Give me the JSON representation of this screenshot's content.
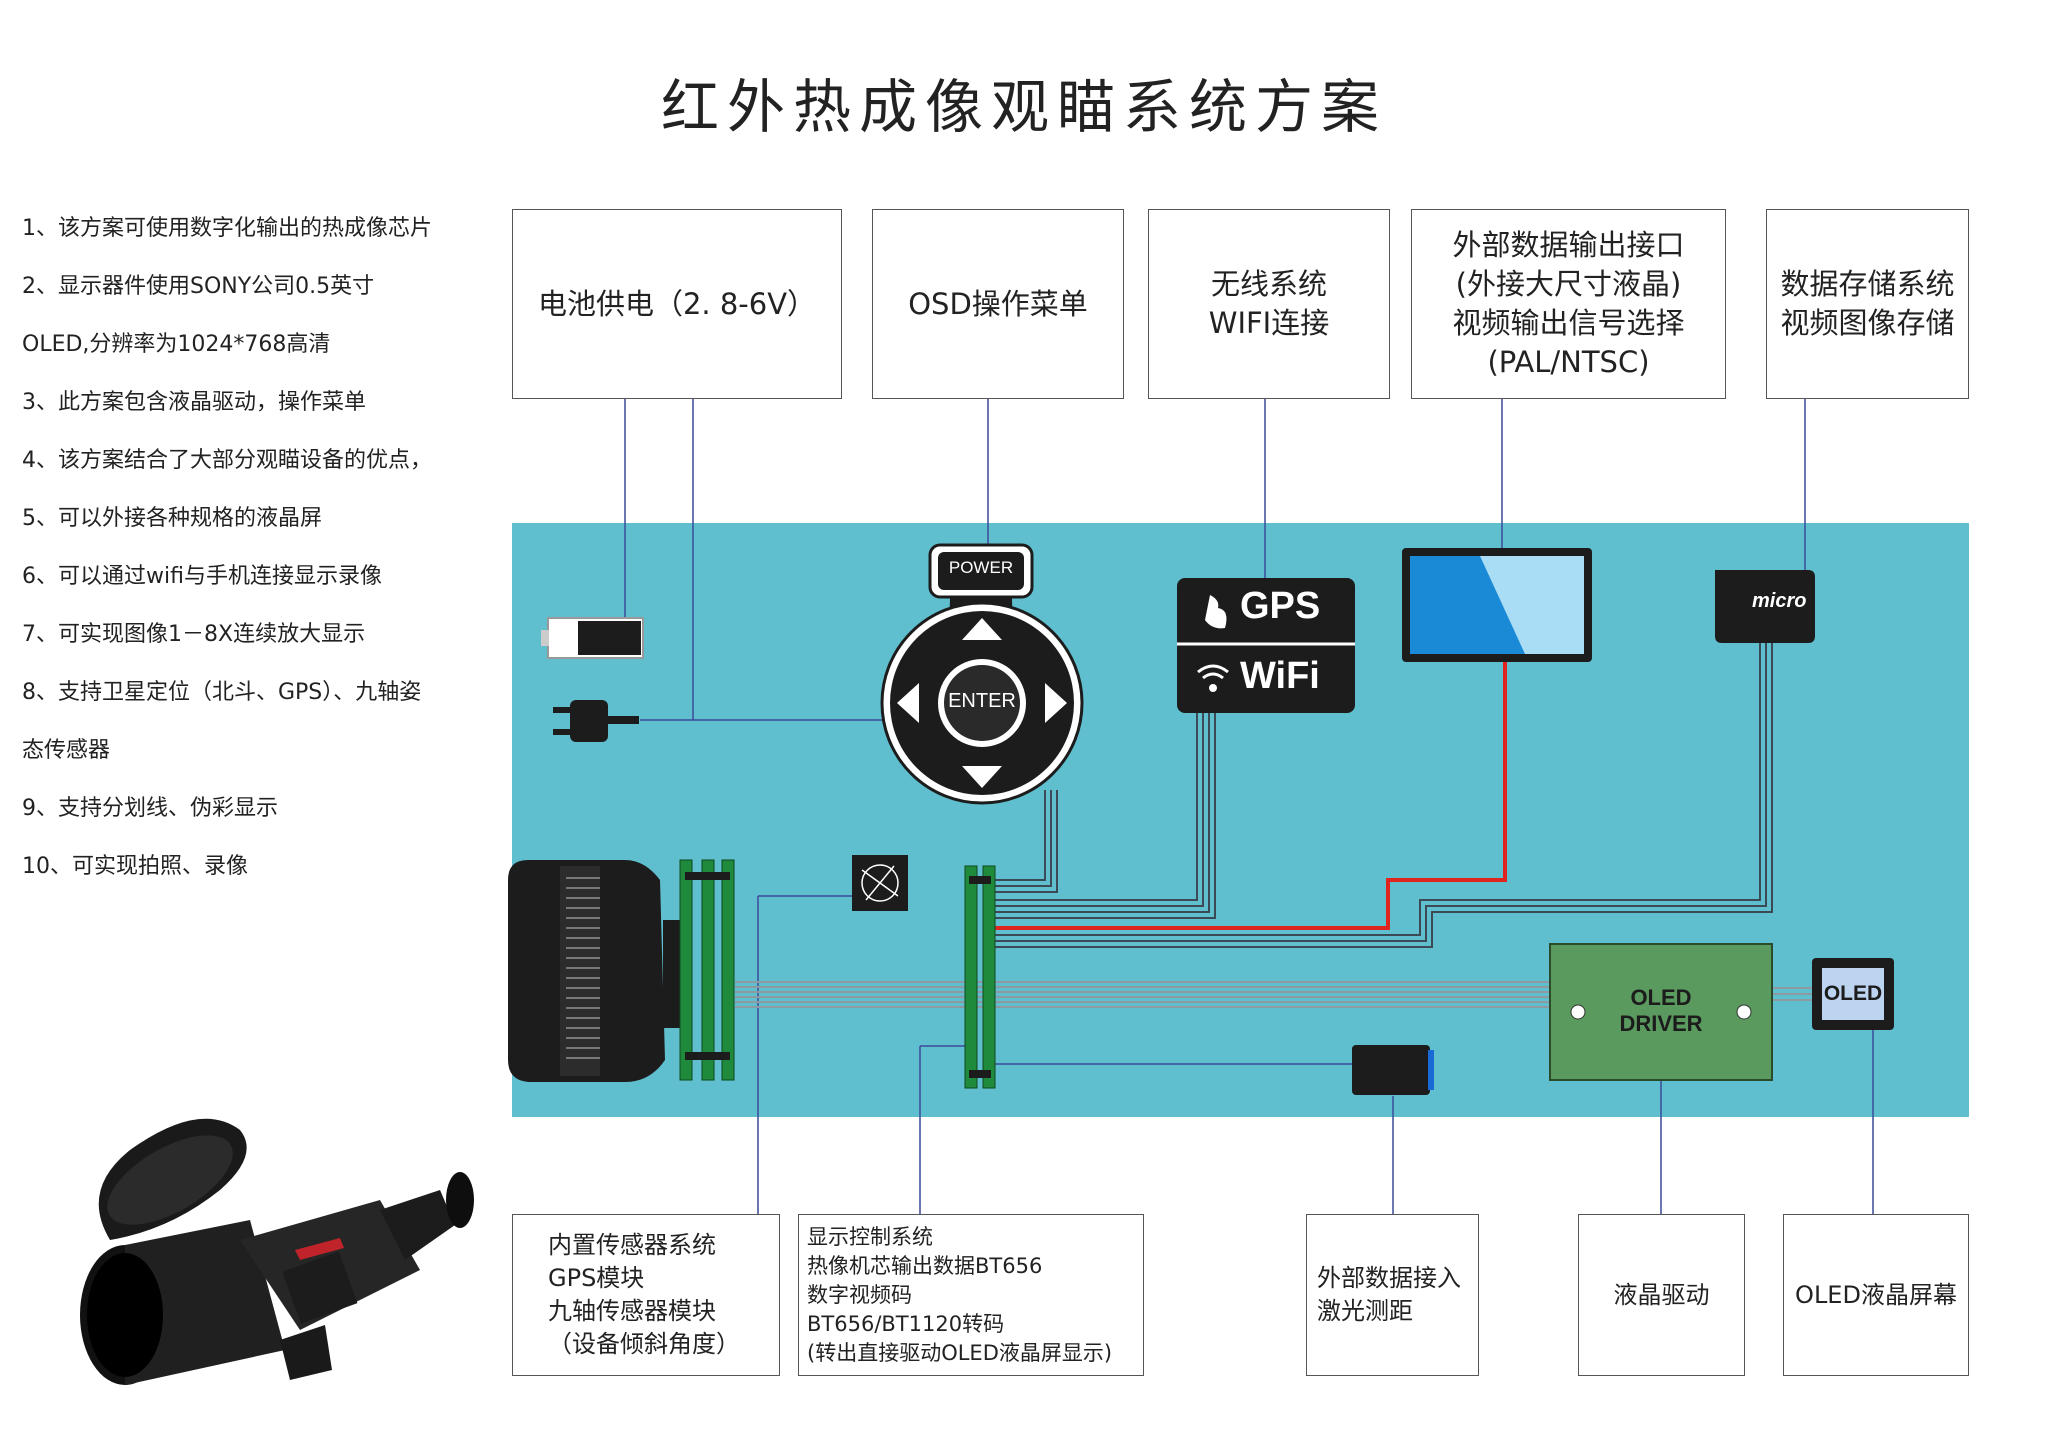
{
  "title": "红外热成像观瞄系统方案",
  "features": [
    "1、该方案可使用数字化输出的热成像芯片",
    "2、显示器件使用SONY公司0.5英寸",
    "OLED,分辨率为1024*768高清",
    "3、此方案包含液晶驱动，操作菜单",
    "4、该方案结合了大部分观瞄设备的优点，",
    "5、可以外接各种规格的液晶屏",
    "6、可以通过wifi与手机连接显示录像",
    "7、可实现图像1－8X连续放大显示",
    "8、支持卫星定位（北斗、GPS）、九轴姿",
    "态传感器",
    "9、支持分划线、伪彩显示",
    "10、可实现拍照、录像"
  ],
  "top_boxes": {
    "battery": "电池供电（2. 8-6V）",
    "osd": "OSD操作菜单",
    "wireless": [
      "无线系统",
      "WIFI连接"
    ],
    "external_output": [
      "外部数据输出接口",
      "(外接大尺寸液晶)",
      "视频输出信号选择",
      "(PAL/NTSC)"
    ],
    "storage": [
      "数据存储系统",
      "视频图像存储"
    ]
  },
  "bottom_boxes": {
    "sensors": [
      "内置传感器系统",
      "GPS模块",
      "九轴传感器模块",
      "（设备倾斜角度）"
    ],
    "display_control": [
      "显示控制系统",
      "热像机芯输出数据BT656",
      "数字视频码",
      "BT656/BT1120转码",
      "(转出直接驱动OLED液晶屏显示)"
    ],
    "external_input": [
      "外部数据接入",
      "激光测距"
    ],
    "lcd_driver": "液晶驱动",
    "oled_screen": "OLED液晶屏幕"
  },
  "board_labels": {
    "power": "POWER",
    "enter": "ENTER",
    "gps": "GPS",
    "wifi": "WiFi",
    "oled_driver": [
      "OLED",
      "DRIVER"
    ],
    "oled": "OLED",
    "micro_sd": "micro"
  },
  "colors": {
    "board": "#5fbfcf",
    "wire_red": "#e0241e",
    "wire_blue": "#3a4a9a",
    "pcb_green": "#1f8a3c",
    "driver_green": "#5a9a5e"
  }
}
